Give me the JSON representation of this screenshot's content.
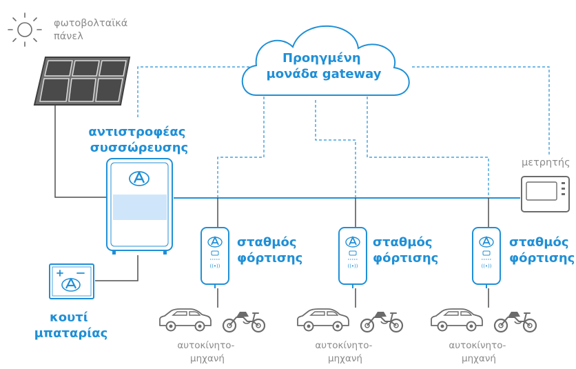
{
  "colors": {
    "accent": "#1f8fd6",
    "accent_fill": "#cfe6fa",
    "line": "#4d4d4d",
    "label_grey": "#8a8a8a",
    "icon_grey": "#6b6b6b"
  },
  "labels": {
    "solar_panel": [
      "φωτοβολταϊκά",
      "πάνελ"
    ],
    "gateway": [
      "Προηγμένη",
      "μονάδα gateway"
    ],
    "inverter": [
      "αντιστροφέας",
      "συσσώρευσης"
    ],
    "meter": "μετρητής",
    "battery": [
      "κουτί",
      "μπαταρίας"
    ],
    "station": [
      "σταθμός",
      "φόρτισης"
    ],
    "vehicle": [
      "αυτοκίνητο-",
      "μηχανή"
    ]
  },
  "icons": {
    "sun": "sun-icon",
    "solar_panel": "solar-panel-icon",
    "cloud": "cloud-icon",
    "inverter": "inverter-icon",
    "battery": "battery-icon",
    "meter": "meter-icon",
    "station": "charging-station-icon",
    "car": "car-icon",
    "motorcycle": "motorcycle-icon"
  }
}
